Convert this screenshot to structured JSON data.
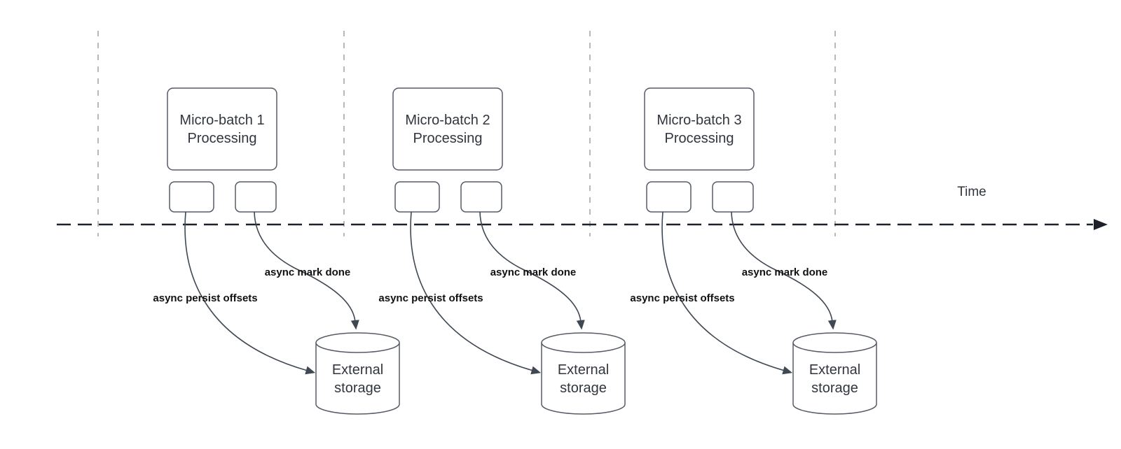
{
  "diagram": {
    "time_label": "Time",
    "batches": [
      {
        "title": "Micro-batch 1",
        "subtitle": "Processing",
        "persist_arrow_label": "async persist offsets",
        "done_arrow_label": "async mark done",
        "storage_line1": "External",
        "storage_line2": "storage"
      },
      {
        "title": "Micro-batch 2",
        "subtitle": "Processing",
        "persist_arrow_label": "async persist offsets",
        "done_arrow_label": "async mark done",
        "storage_line1": "External",
        "storage_line2": "storage"
      },
      {
        "title": "Micro-batch 3",
        "subtitle": "Processing",
        "persist_arrow_label": "async persist offsets",
        "done_arrow_label": "async mark done",
        "storage_line1": "External",
        "storage_line2": "storage"
      }
    ],
    "colors": {
      "background": "#ffffff",
      "guide": "#a7a7a7",
      "axis": "#1d2129",
      "box_stroke": "#565c66",
      "box_text": "#31363e",
      "arrow": "#3f4853",
      "label_text": "#111111"
    }
  }
}
